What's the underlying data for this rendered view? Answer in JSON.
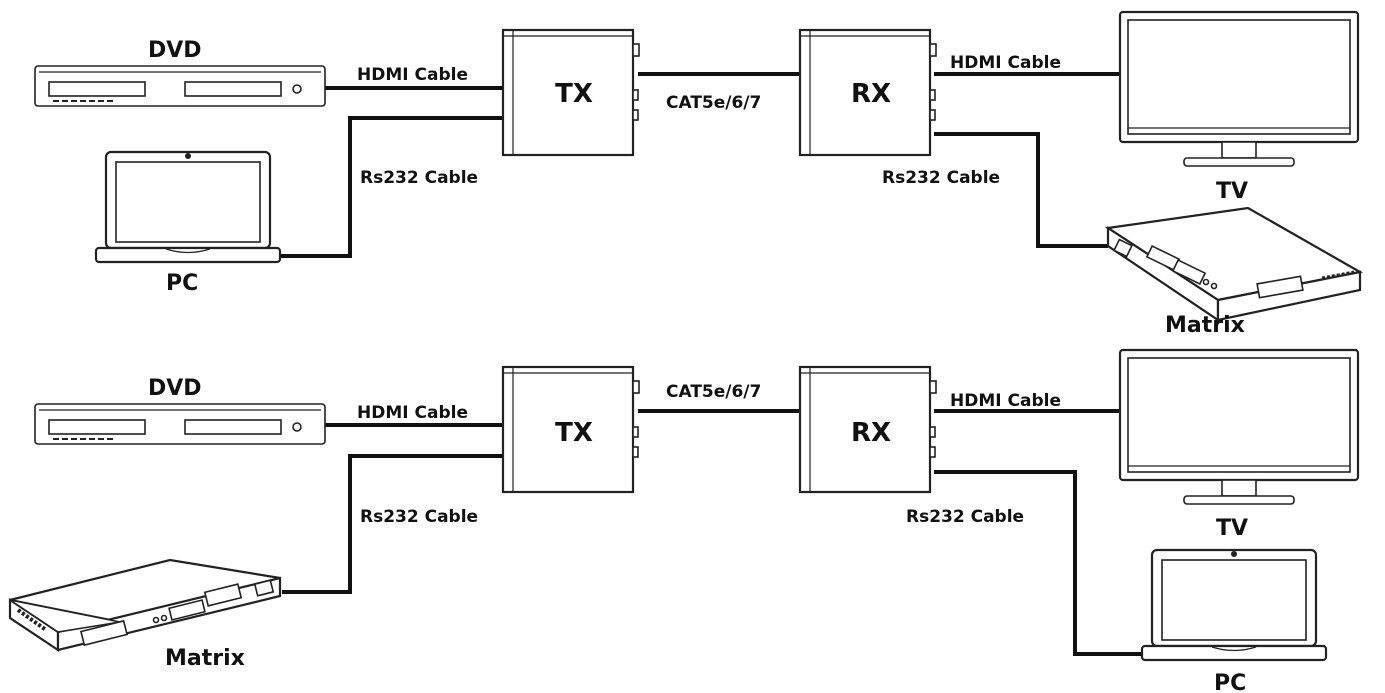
{
  "top": {
    "dvd_label": "DVD",
    "pc_label": "PC",
    "tx_label": "TX",
    "rx_label": "RX",
    "tv_label": "TV",
    "matrix_label": "Matrix",
    "hdmi_in_label": "HDMI Cable",
    "rs232_in_label": "Rs232 Cable",
    "cat_label": "CAT5e/6/7",
    "hdmi_out_label": "HDMI Cable",
    "rs232_out_label": "Rs232 Cable"
  },
  "bottom": {
    "dvd_label": "DVD",
    "matrix_label": "Matrix",
    "tx_label": "TX",
    "rx_label": "RX",
    "tv_label": "TV",
    "pc_label": "PC",
    "hdmi_in_label": "HDMI Cable",
    "rs232_in_label": "Rs232 Cable",
    "cat_label": "CAT5e/6/7",
    "hdmi_out_label": "HDMI Cable",
    "rs232_out_label": "Rs232 Cable"
  }
}
